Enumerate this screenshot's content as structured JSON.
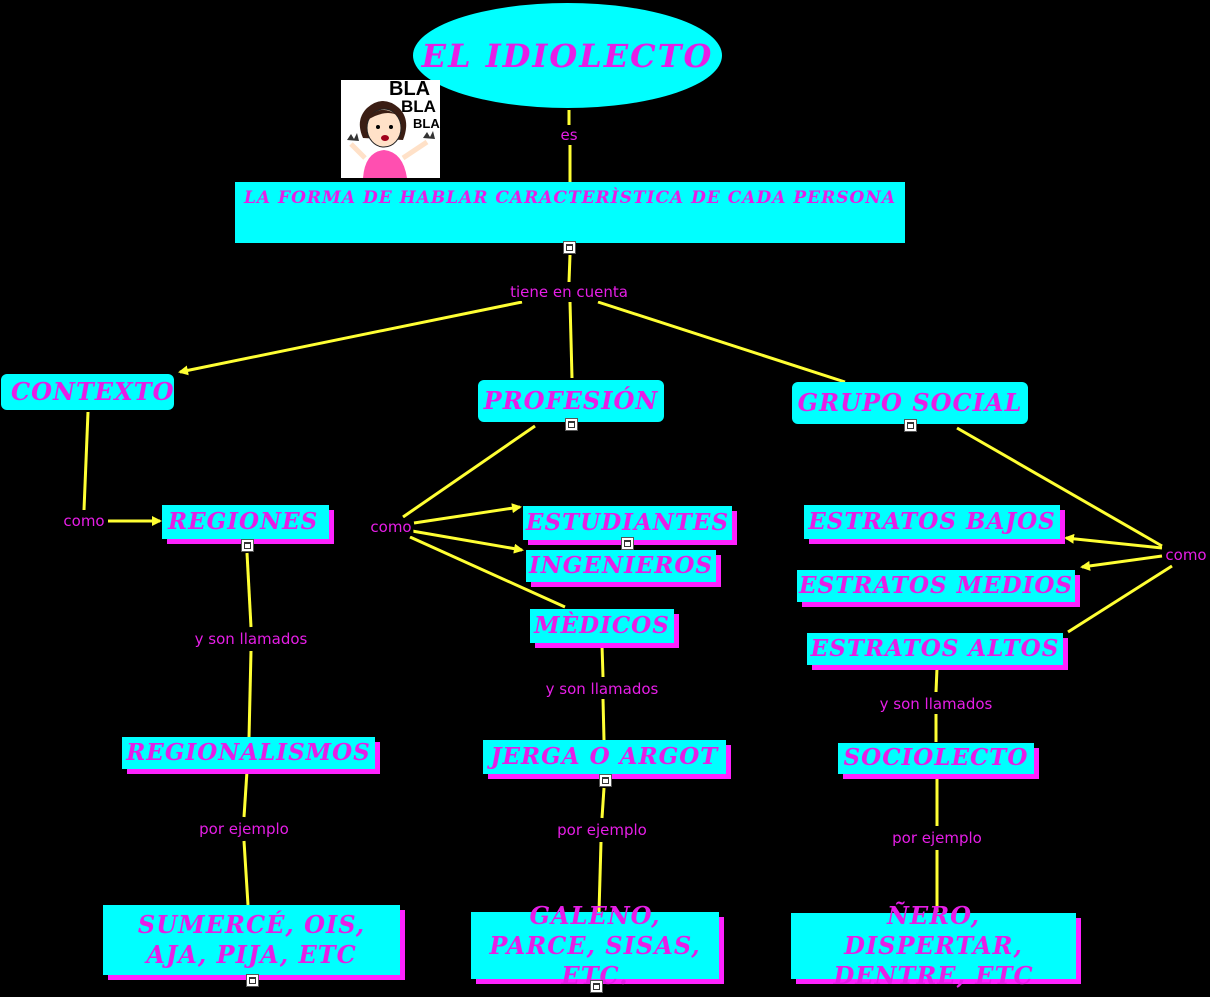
{
  "title": "EL IDIOLECTO",
  "definition": "LA FORMA DE HABLAR CARACTERÌSTICA DE CADA PERSONA",
  "image_text": [
    "BLA",
    "BLA",
    "BLA"
  ],
  "links": {
    "es": "es",
    "tiene": "tiene en cuenta",
    "como1": "como",
    "como2": "como",
    "como3": "como",
    "llamados1": "y son llamados",
    "llamados2": "y son llamados",
    "llamados3": "y son llamados",
    "ejemplo1": "por ejemplo",
    "ejemplo2": "por ejemplo",
    "ejemplo3": "por ejemplo"
  },
  "nodes": {
    "contexto": "CONTEXTO",
    "profesion": "PROFESIÓN",
    "grupo_social": "GRUPO SOCIAL",
    "regiones": "REGIONES",
    "estudiantes": "ESTUDIANTES",
    "ingenieros": "INGENIEROS",
    "medicos": "MÈDICOS",
    "estratos_bajos": "ESTRATOS BAJOS",
    "estratos_medios": "ESTRATOS MEDIOS",
    "estratos_altos": "ESTRATOS ALTOS",
    "regionalismos": "REGIONALISMOS",
    "jerga": "JERGA O ARGOT",
    "sociolecto": "SOCIOLECTO",
    "ej_regional": "SUMERCÉ, OIS, AJA, PIJA, ETC",
    "ej_jerga": "GALENO, PARCE, SISAS, ETC.",
    "ej_socio": "ÑERO, DISPERTAR, DENTRE, ETC"
  },
  "colors": {
    "background": "#000000",
    "node_fill": "#00ffff",
    "text": "#e61ee6",
    "shadow": "#ff22ff",
    "connector": "#ffff33"
  }
}
